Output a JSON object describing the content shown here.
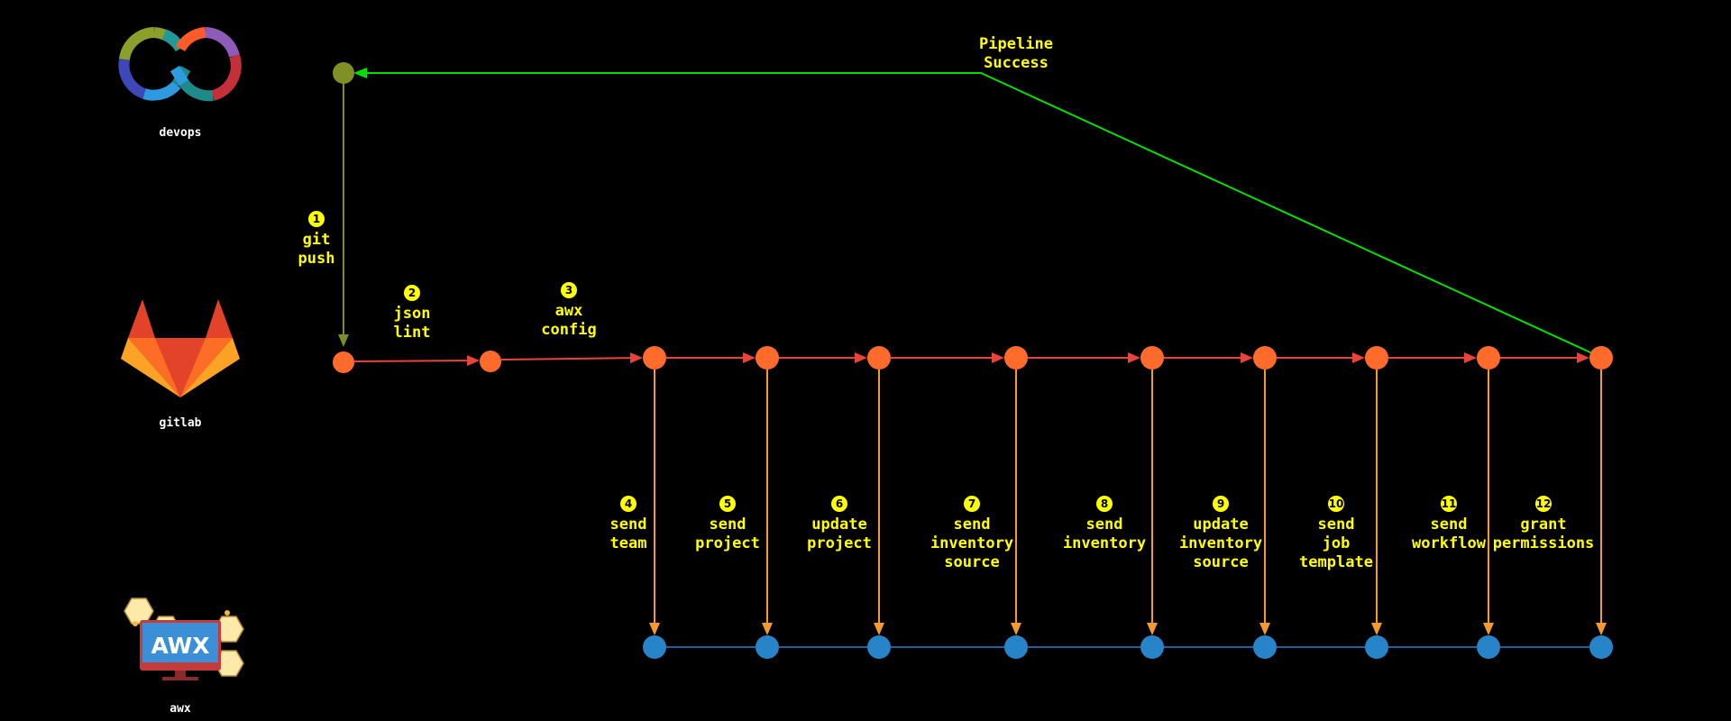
{
  "lanes": [
    {
      "id": "devops",
      "label": "devops",
      "icon": "devops-infinity-logo-icon"
    },
    {
      "id": "gitlab",
      "label": "gitlab",
      "icon": "gitlab-fox-logo-icon"
    },
    {
      "id": "awx",
      "label": "awx",
      "icon": "awx-monitor-logo-icon"
    }
  ],
  "logo_text": {
    "awx": "AWX"
  },
  "steps": [
    {
      "num": "1",
      "lines": [
        "git",
        "push"
      ]
    },
    {
      "num": "2",
      "lines": [
        "json",
        "lint"
      ]
    },
    {
      "num": "3",
      "lines": [
        "awx",
        "config"
      ]
    },
    {
      "num": "4",
      "lines": [
        "send",
        "team"
      ]
    },
    {
      "num": "5",
      "lines": [
        "send",
        "project"
      ]
    },
    {
      "num": "6",
      "lines": [
        "update",
        "project"
      ]
    },
    {
      "num": "7",
      "lines": [
        "send",
        "inventory",
        "source"
      ]
    },
    {
      "num": "8",
      "lines": [
        "send",
        "inventory"
      ]
    },
    {
      "num": "9",
      "lines": [
        "update",
        "inventory",
        "source"
      ]
    },
    {
      "num": "10",
      "lines": [
        "send",
        "job",
        "template"
      ]
    },
    {
      "num": "11",
      "lines": [
        "send",
        "workflow"
      ]
    },
    {
      "num": "12",
      "lines": [
        "grant",
        "permissions"
      ]
    }
  ],
  "success_label": [
    "Pipeline",
    "Success"
  ],
  "colors": {
    "background": "#000000",
    "text": "#ffff00",
    "lane_label": "#ffffff",
    "devops_node": "#808f26",
    "gitlab_node": "#ff6b2b",
    "awx_node": "#2784c8",
    "gitlab_line": "#e8443a",
    "call_line": "#f59a2c",
    "awx_line": "#1f5f9e",
    "success_line": "#00e000",
    "push_line": "#7a8f2a"
  }
}
